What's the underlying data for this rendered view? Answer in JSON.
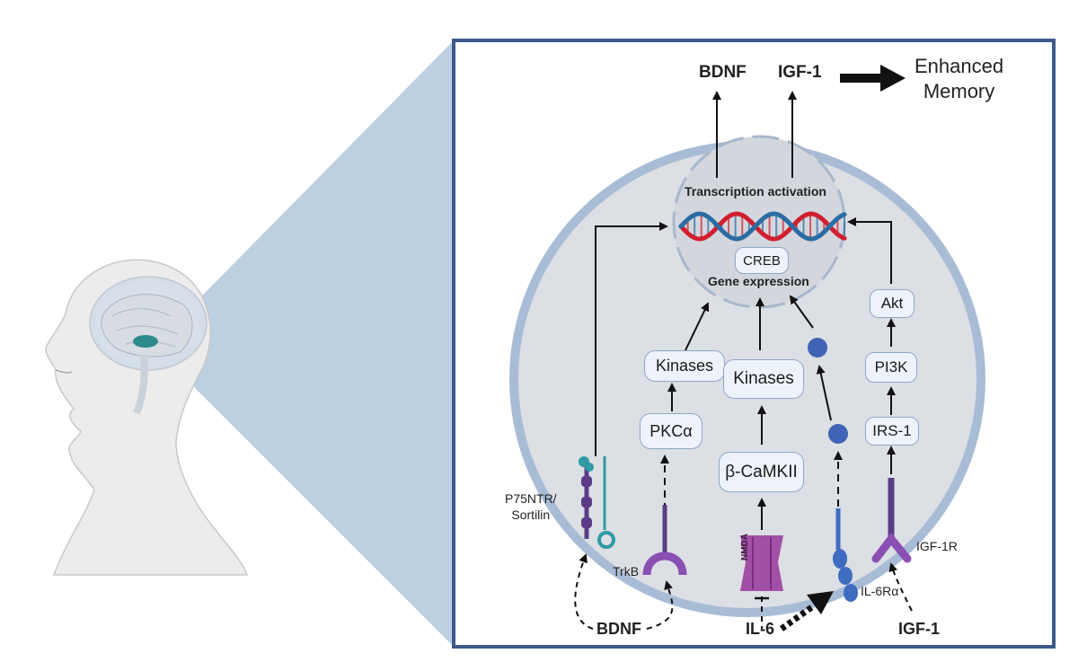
{
  "outputs": {
    "bdnf": "BDNF",
    "igf1": "IGF-1",
    "enhanced_memory_line1": "Enhanced",
    "enhanced_memory_line2": "Memory"
  },
  "nucleus": {
    "transcription": "Transcription activation",
    "creb": "CREB",
    "gene_expression": "Gene expression"
  },
  "pathways": {
    "kinases_left": "Kinases",
    "pkc": "PKCα",
    "kinases_mid": "Kinases",
    "camkii": "β-CaMKII",
    "akt": "Akt",
    "pi3k": "PI3K",
    "irs1": "IRS-1"
  },
  "receptors": {
    "p75_line1": "P75NTR/",
    "p75_line2": "Sortilin",
    "trkb": "TrkB",
    "nmda": "NMDA",
    "il6ra": "IL-6Rα",
    "igf1r": "IGF-1R"
  },
  "ligands": {
    "bdnf": "BDNF",
    "il6": "IL-6",
    "igf1": "IGF-1"
  },
  "colors": {
    "frame": "#3c5a8a",
    "cone": "#b9cde0",
    "cell": "#dcdfe4",
    "membrane": "#a9bcd6",
    "receptor": "#5b3c86",
    "dna_red": "#d11f2f",
    "dna_blue": "#2b6ca3",
    "il6ra": "#3f6cc0"
  }
}
